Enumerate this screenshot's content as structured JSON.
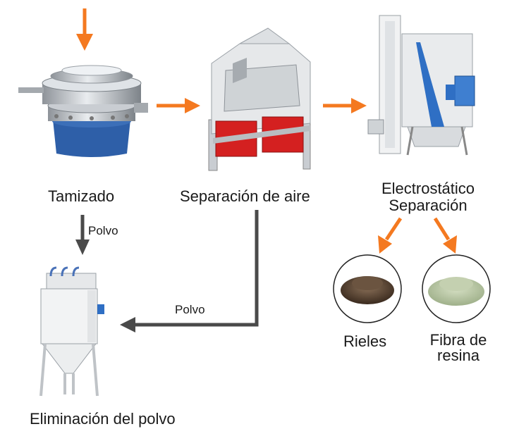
{
  "nodes": {
    "sieving": "Tamizado",
    "air_separation": "Separación de aire",
    "electrostatic_line1": "Electrostático",
    "electrostatic_line2": "Separación",
    "rails": "Rieles",
    "resin_line1": "Fibra de",
    "resin_line2": "resina",
    "dust_removal": "Eliminación del polvo"
  },
  "edges": {
    "powder_down": "Polvo",
    "powder_left": "Polvo"
  },
  "colors": {
    "flow_arrow": "#f47920",
    "powder_arrow": "#4a4a4a",
    "machine_red": "#d42020",
    "sieve_blue": "#2e5fa8"
  }
}
